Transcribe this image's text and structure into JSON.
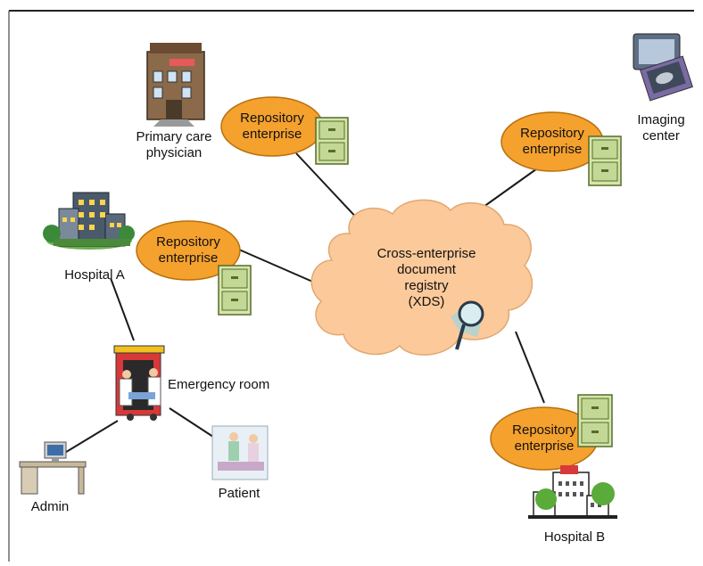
{
  "cloud": {
    "line1": "Cross-enterprise",
    "line2": "document",
    "line3": "registry",
    "line4": "(XDS)"
  },
  "repositories": [
    {
      "line1": "Repository",
      "line2": "enterprise"
    },
    {
      "line1": "Repository",
      "line2": "enterprise"
    },
    {
      "line1": "Repository",
      "line2": "enterprise"
    },
    {
      "line1": "Repository",
      "line2": "enterprise"
    }
  ],
  "labels": {
    "primary_care_1": "Primary care",
    "primary_care_2": "physician",
    "imaging_1": "Imaging",
    "imaging_2": "center",
    "hospital_a": "Hospital A",
    "emergency": "Emergency room",
    "admin": "Admin",
    "patient": "Patient",
    "hospital_b": "Hospital B"
  },
  "colors": {
    "repository_fill": "#f5a12e",
    "cloud_fill": "#fcc99a",
    "cabinet_fill": "#d6e6a8",
    "line": "#1a1a1a"
  }
}
